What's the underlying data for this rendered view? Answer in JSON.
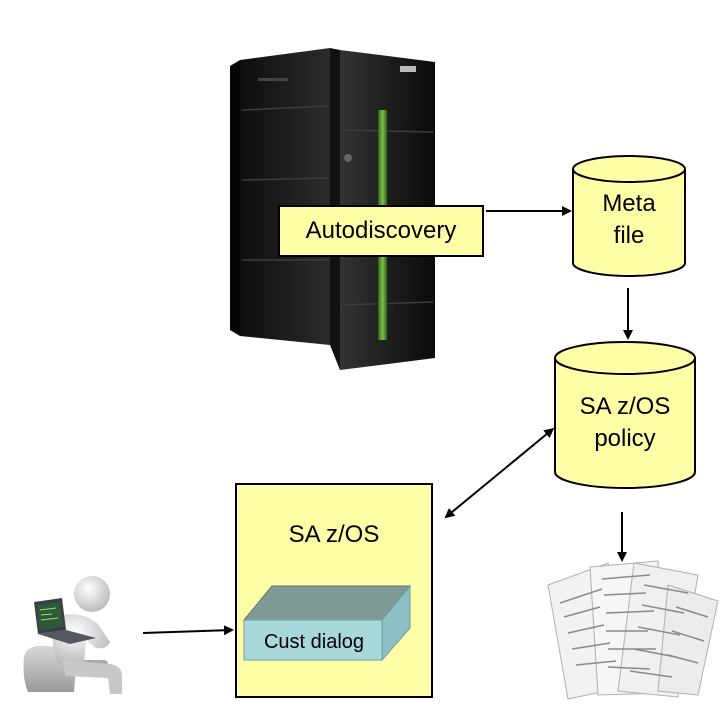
{
  "diagram": {
    "autodiscovery": {
      "label": "Autodiscovery"
    },
    "meta_file": {
      "line1": "Meta",
      "line2": "file"
    },
    "policy": {
      "line1": "SA z/OS",
      "line2": "policy"
    },
    "sa_zos": {
      "title": "SA z/OS",
      "cust_dialog": "Cust dialog"
    }
  },
  "colors": {
    "box_fill": "#ffffa8",
    "cust_top": "#7f9a94",
    "cust_front": "#a8d8dc",
    "cust_side": "#8ebfc4",
    "mainframe": "#1c1c1c",
    "accent_green": "#4a8a2a"
  },
  "icons": [
    "mainframe-server-icon",
    "user-at-laptop-icon",
    "printed-documents-icon"
  ]
}
